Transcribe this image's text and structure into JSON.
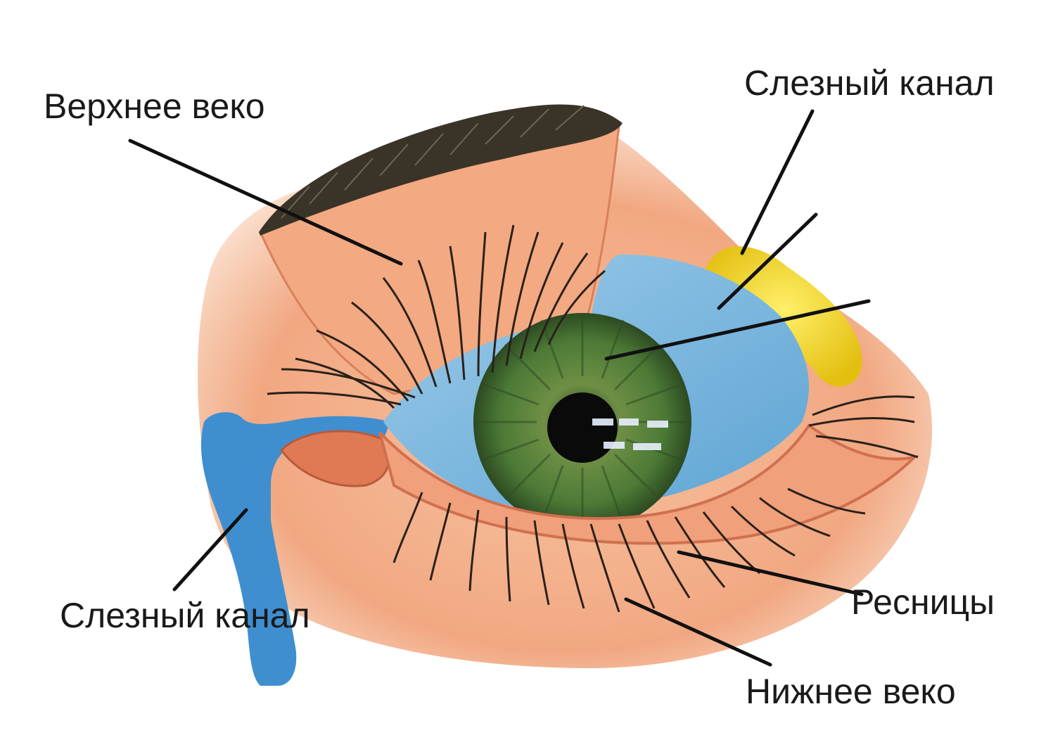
{
  "labels": {
    "upper_eyelid": "Верхнее веко",
    "lacrimal_canal_top": "Слезный канал",
    "lacrimal_canal_bottom": "Слезный канал",
    "eyelashes": "Ресницы",
    "lower_eyelid": "Нижнее веко"
  },
  "colors": {
    "skin": "#f2b08a",
    "skin_dark": "#e07a55",
    "eyebrow": "#3a3328",
    "sclera_blue": "#7db6dc",
    "iris_green": "#4d7a3a",
    "pupil": "#0a0a0a",
    "lacrimal_duct": "#3f8fd0",
    "lacrimal_gland": "#f0d020"
  }
}
